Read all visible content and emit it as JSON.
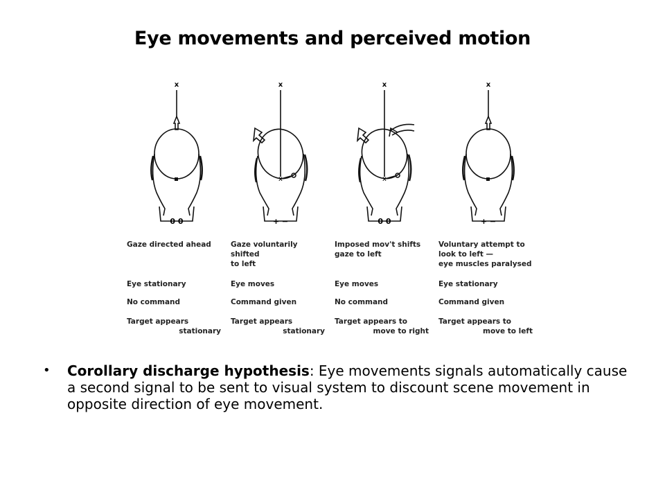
{
  "title": "Eye movements and perceived motion",
  "figure": {
    "panels": [
      {
        "caption": "Gaze directed ahead",
        "eye_state": "Eye stationary",
        "command": "No command",
        "target_line1": "Target appears",
        "target_line2": "stationary",
        "signs": "0  0",
        "target_marker": "x"
      },
      {
        "caption": "Gaze voluntarily shifted\nto left",
        "eye_state": "Eye moves",
        "command": "Command given",
        "target_line1": "Target appears",
        "target_line2": "stationary",
        "signs": "+ −",
        "target_marker": "x"
      },
      {
        "caption": "Imposed mov't shifts\ngaze to left",
        "eye_state": "Eye moves",
        "command": "No command",
        "target_line1": "Target appears to",
        "target_line2": "move to right",
        "signs": "0  0",
        "target_marker": "x"
      },
      {
        "caption": "Voluntary attempt to\nlook to left —\neye muscles paralysed",
        "eye_state": "Eye stationary",
        "command": "Command given",
        "target_line1": "Target appears to",
        "target_line2": "move to left",
        "signs": "+ −",
        "target_marker": "x"
      }
    ]
  },
  "bullet": {
    "term": "Corollary discharge hypothesis",
    "text": ": Eye movements signals automatically cause a second signal to be sent to visual system to discount scene movement in opposite direction of eye movement."
  }
}
